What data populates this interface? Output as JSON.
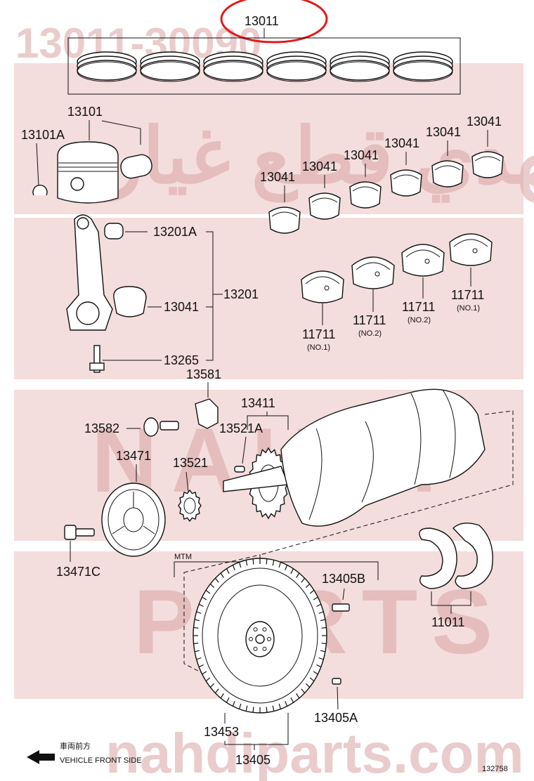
{
  "watermark": {
    "part_number": "13011-30090",
    "arabic_brand": "النهدي قطع غيار",
    "site": "nahdiparts.com",
    "latin_brand_top": "NAHDI",
    "latin_brand_bottom": "PARTS",
    "color": "#e7b3b3"
  },
  "highlight_color": "#e01b1b",
  "callouts": {
    "piston_ring_set": "13011",
    "piston": "13101",
    "piston_snap_ring": "13101A",
    "conrod_bush": "13201A",
    "conrod_assembly": "13201",
    "conrod_bearing": "13041",
    "conrod_bolt": "13265",
    "conrod_bearing_row": [
      "13041",
      "13041",
      "13041",
      "13041",
      "13041",
      "13041"
    ],
    "main_bearing_1": "11711",
    "main_bearing_1_note": "(NO.1)",
    "main_bearing_2": "11711",
    "main_bearing_2_note": "(NO.2)",
    "main_bearing_3": "11711",
    "main_bearing_3_note": "(NO.2)",
    "main_bearing_4": "11711",
    "main_bearing_4_note": "(NO.1)",
    "sensor_plate": "13581",
    "pulley_bolt": "13582",
    "crank_key": "13521A",
    "crankshaft": "13411",
    "crank_pulley": "13471",
    "crank_sprocket": "13521",
    "pulley_bolt_c": "13471C",
    "thrust_washer_set": "11011",
    "flywheel_bolt": "13405B",
    "flywheel_pin": "13405A",
    "flywheel_gear": "13453",
    "flywheel": "13405",
    "mtm_note": "MTM"
  },
  "footer": {
    "jp_direction": "車両前方",
    "direction_label": "VEHICLE FRONT SIDE",
    "figure_number": "132758"
  }
}
